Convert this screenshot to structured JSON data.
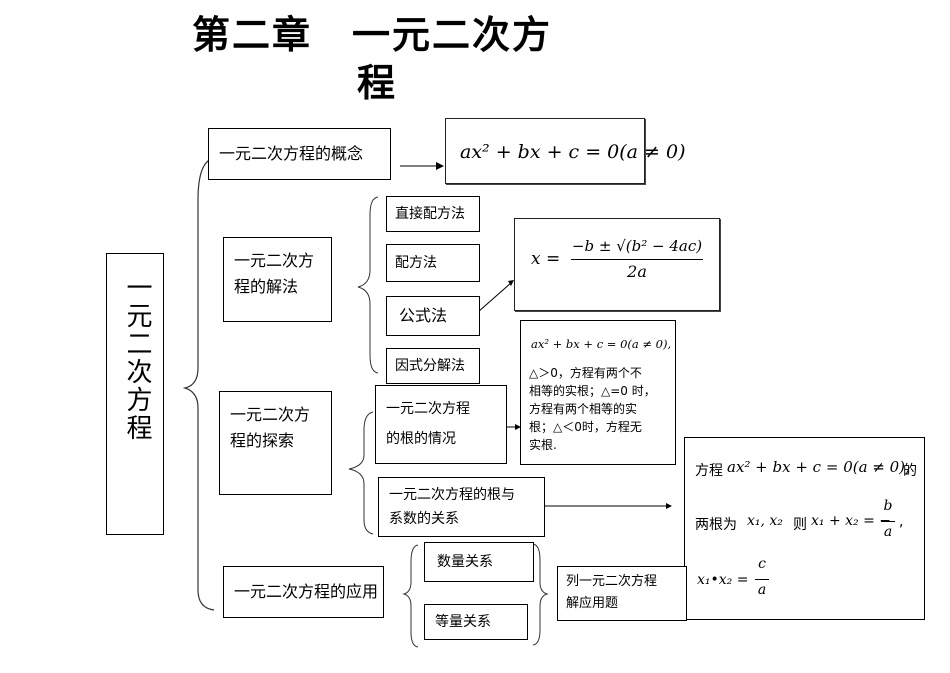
{
  "title_line1": "第二章　一元二次方",
  "title_line2": "程",
  "root_label": "一元二次方程",
  "nodes": {
    "concept": "一元二次方程的概念",
    "solving_l1": "一元二次方",
    "solving_l2": "程的解法",
    "explore_l1": "一元二次方",
    "explore_l2": "程的探索",
    "application": "一元二次方程的应用"
  },
  "methods": [
    "直接配方法",
    "配方法",
    "公式法",
    "因式分解法"
  ],
  "explore_items": {
    "roots_l1": "一元二次方程",
    "roots_l2": "的根的情况",
    "relation_l1": "一元二次方程的根与",
    "relation_l2": "系数的关系"
  },
  "application_items": [
    "数量关系",
    "等量关系"
  ],
  "word_problem_l1": "列一元二次方程",
  "word_problem_l2": "解应用题",
  "formulas": {
    "general_form": "ax² + bx + c = 0(a ≠ 0)",
    "quadratic_formula_lhs": "x =",
    "quadratic_formula_num": "−b ± √(b² − 4ac)",
    "quadratic_formula_den": "2a",
    "discriminant_eq": "ax² + bx + c = 0(a ≠ 0),",
    "discriminant_l1": "△＞0，方程有两个不",
    "discriminant_l2": "相等的实根；△=0 时，",
    "discriminant_l3": "方程有两个相等的实",
    "discriminant_l4": "根；△＜0时，方程无",
    "discriminant_l5": "实根.",
    "vieta_l1_text": "方程",
    "vieta_l1_eq": "ax² + bx + c = 0(a ≠ 0),",
    "vieta_l1_end": "的",
    "vieta_l2_text": "两根为",
    "vieta_l2_roots": "x₁, x₂",
    "vieta_l2_then": "则",
    "vieta_l2_sum": "x₁ + x₂ = −",
    "vieta_l2_frac_num": "b",
    "vieta_l2_frac_den": "a",
    "vieta_l2_end": ",",
    "vieta_l3_prod": "x₁•x₂ =",
    "vieta_l3_frac_num": "c",
    "vieta_l3_frac_den": "a"
  }
}
